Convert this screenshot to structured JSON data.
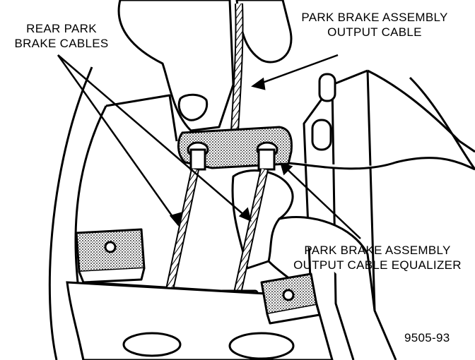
{
  "labels": {
    "rear_cables": [
      "REAR PARK",
      "BRAKE CABLES"
    ],
    "output_cable": [
      "PARK BRAKE ASSEMBLY",
      "OUTPUT CABLE"
    ],
    "equalizer": [
      "PARK BRAKE ASSEMBLY",
      "OUTPUT CABLE EQUALIZER"
    ],
    "figure_number": "9505-93"
  },
  "colors": {
    "ink": "#000000",
    "paper": "#ffffff",
    "shade": "#9a9a9a"
  }
}
